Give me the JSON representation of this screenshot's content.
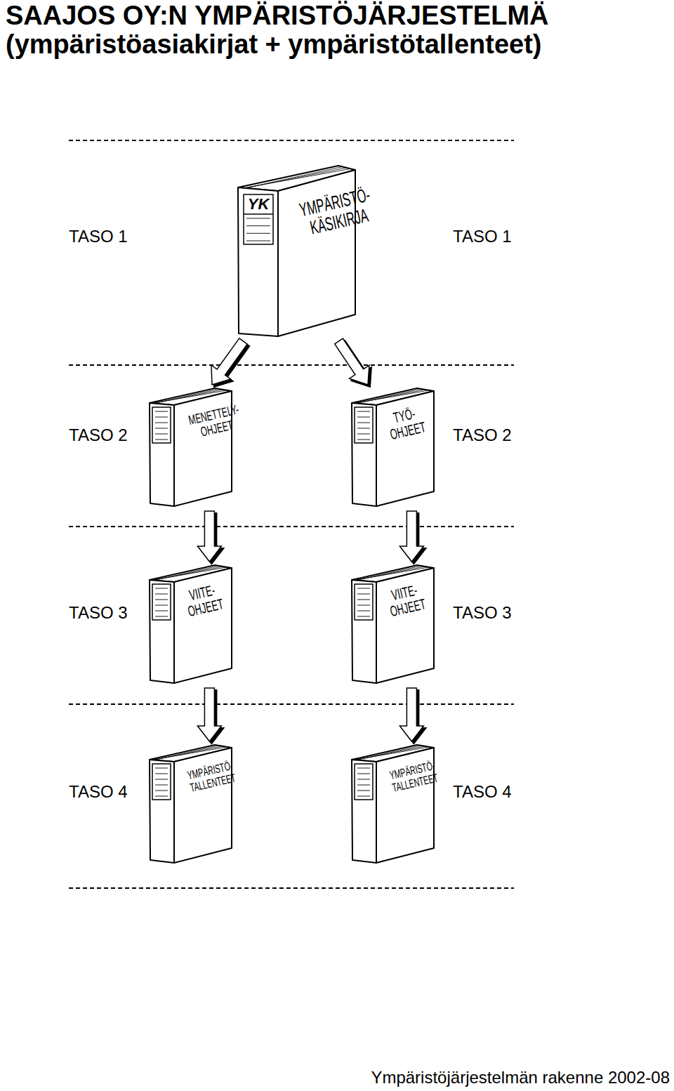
{
  "diagram": {
    "title": "SAAJOS OY:N YMPÄRISTÖJÄRJESTELMÄ (ympäristöasiakirjat + ympäristötallenteet)",
    "caption": "Ympäristöjärjestelmän rakenne 2002-08",
    "nodes": [
      {
        "text": [
          "YK",
          "YMPÄRISTÖ- KÄSIKIRJA"
        ]
      },
      {
        "text": [
          "MENETTELY- OHJEET"
        ]
      },
      {
        "text": [
          "TYÖ- OHJEET"
        ]
      },
      {
        "text": [
          "VIITE- OHJEET"
        ]
      },
      {
        "text": [
          "VIITE- OHJEET"
        ]
      },
      {
        "text": [
          "YMPÄRISTÖ- TALLENTEET"
        ]
      },
      {
        "text": [
          "YMPÄRISTÖ- TALLENTEET"
        ]
      }
    ],
    "edges": [
      {
        "from": 0,
        "to": 1,
        "arrow": "to"
      },
      {
        "from": 0,
        "to": 2,
        "arrow": "to"
      },
      {
        "from": 1,
        "to": 3,
        "arrow": "to"
      },
      {
        "from": 2,
        "to": 4,
        "arrow": "to"
      },
      {
        "from": 3,
        "to": 5,
        "arrow": "to"
      },
      {
        "from": 4,
        "to": 6,
        "arrow": "to"
      }
    ],
    "labels": [
      "TASO 1",
      "TASO 1",
      "TASO 2",
      "TASO 2",
      "TASO 3",
      "TASO 3",
      "TASO 4",
      "TASO 4"
    ]
  }
}
